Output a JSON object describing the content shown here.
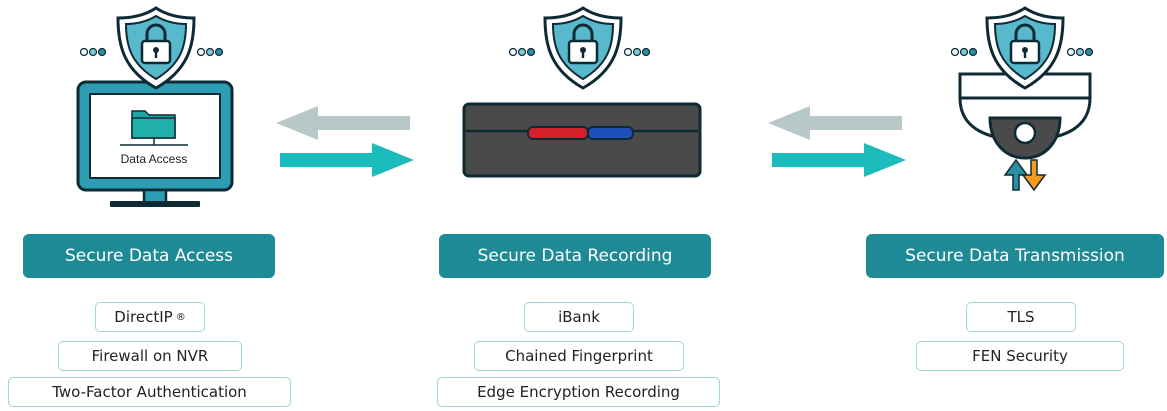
{
  "colors": {
    "teal_dark": "#1e8a95",
    "teal_arrow": "#1dbcbc",
    "gray_arrow": "#b6c8c8",
    "shield_fill": "#58b8cc",
    "outline": "#0e2a35",
    "device_dark": "#4a4a4a",
    "red_led": "#d3212b",
    "blue_led": "#1f4fb8",
    "orange_arrow": "#f39a1f",
    "border_light": "#9fd6d8"
  },
  "icons": {
    "shield": "lock-shield-icon",
    "monitor": "monitor-icon",
    "folder": "folder-icon",
    "nvr": "nvr-recorder-icon",
    "camera": "dome-camera-icon"
  },
  "columns": [
    {
      "id": "access",
      "title": "Secure Data Access",
      "monitor_label": "Data Access",
      "features": [
        "DirectIP",
        "Firewall on NVR",
        "Two-Factor Authentication"
      ],
      "registered_mark": "®"
    },
    {
      "id": "recording",
      "title": "Secure Data Recording",
      "features": [
        "iBank",
        "Chained Fingerprint",
        "Edge Encryption Recording"
      ]
    },
    {
      "id": "transmission",
      "title": "Secure Data Transmission",
      "features": [
        "TLS",
        "FEN Security"
      ]
    }
  ]
}
